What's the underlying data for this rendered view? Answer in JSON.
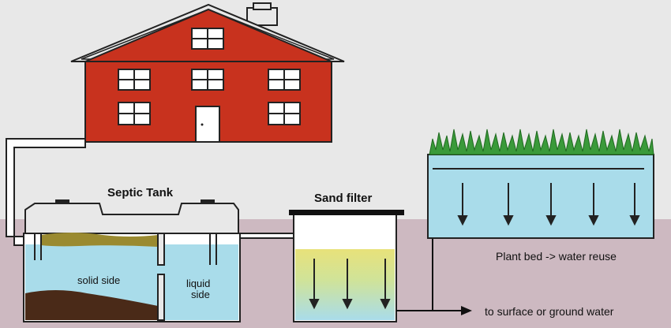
{
  "labels": {
    "septic_tank": "Septic Tank",
    "sand_filter": "Sand filter",
    "solid_side": "solid side",
    "liquid_side_line1": "liquid",
    "liquid_side_line2": "side",
    "plant_bed": "Plant bed -> water reuse",
    "outflow": "to surface or ground water"
  },
  "colors": {
    "sky": "#e8e8e8",
    "ground": "#cdb9c1",
    "house_wall": "#c8321e",
    "roof": "#e8e8e8",
    "water": "#a9dcea",
    "scum": "#9a8a30",
    "sludge": "#4a2a18",
    "sand_top": "#e8e27a",
    "plants": "#3a9a3a"
  }
}
